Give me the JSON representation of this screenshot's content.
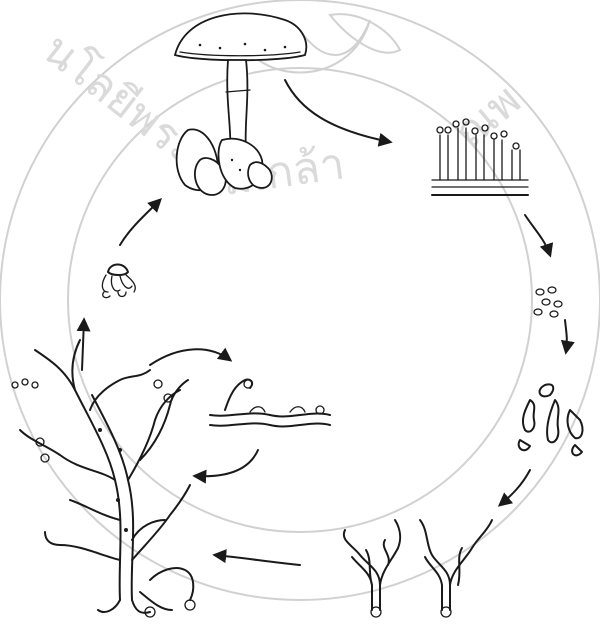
{
  "watermark": {
    "text_left": "นโลยีพระ",
    "text_mid": "มเกล้า",
    "text_right": "ณพ"
  },
  "stages": [
    {
      "id": "mushroom-fruiting-body",
      "icon": "mushroom-icon"
    },
    {
      "id": "gills-basidia",
      "icon": "basidia-icon"
    },
    {
      "id": "basidiospores",
      "icon": "spores-icon"
    },
    {
      "id": "germinating-spores",
      "icon": "germination-icon"
    },
    {
      "id": "primary-mycelium",
      "icon": "hyphae-icon"
    },
    {
      "id": "secondary-mycelium",
      "icon": "mycelium-icon"
    },
    {
      "id": "clamp-connection",
      "icon": "clamp-icon"
    },
    {
      "id": "button-primordium",
      "icon": "primordium-icon"
    }
  ],
  "colors": {
    "ink": "#1a1a1a",
    "background": "#ffffff",
    "watermark": "#c9c9c9"
  }
}
